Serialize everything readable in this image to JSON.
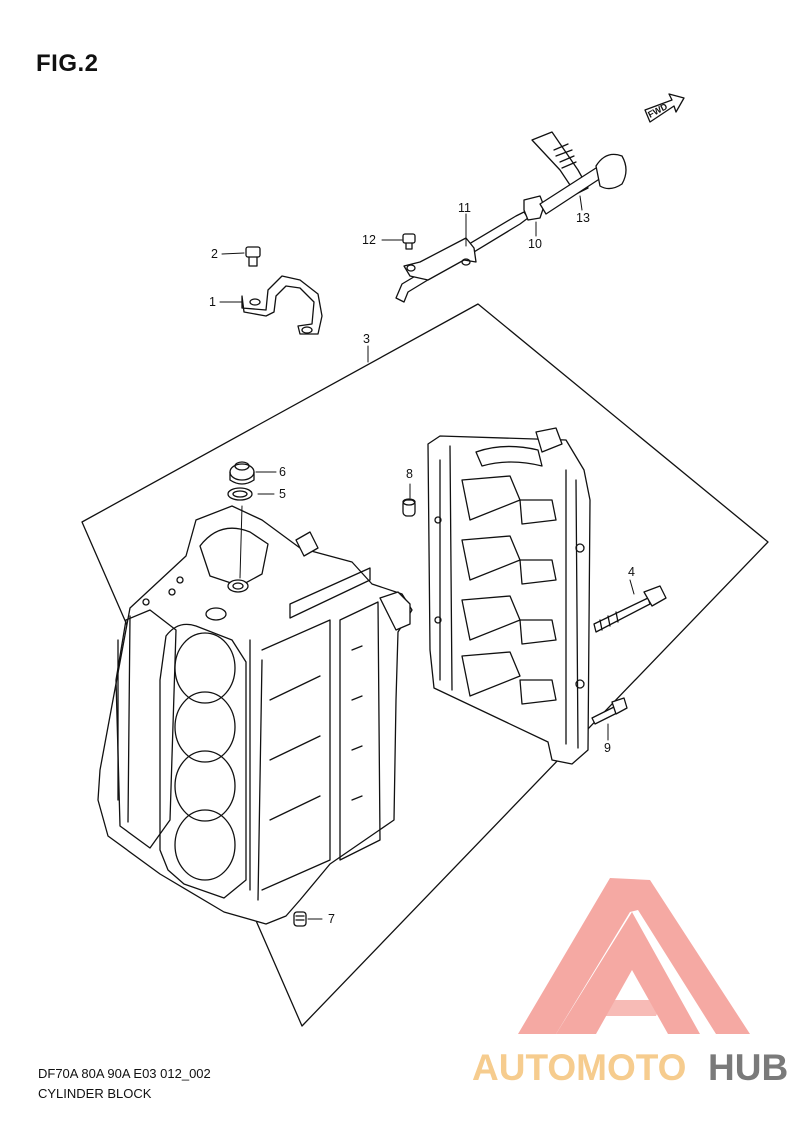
{
  "figure": {
    "title": "FIG.2",
    "fwd_label": "FWD",
    "caption_line1": "DF70A 80A 90A E03 012_002",
    "caption_line2": "CYLINDER BLOCK"
  },
  "parts": [
    "1",
    "2",
    "3",
    "4",
    "5",
    "6",
    "7",
    "8",
    "9",
    "10",
    "11",
    "12",
    "13"
  ],
  "watermark": {
    "text_part1": "AUTOMOTO",
    "text_part2": "HUB",
    "color_primary": "#f4a09a",
    "color_accent": "#f6cc8e",
    "color_dark": "#7a7a7a"
  }
}
